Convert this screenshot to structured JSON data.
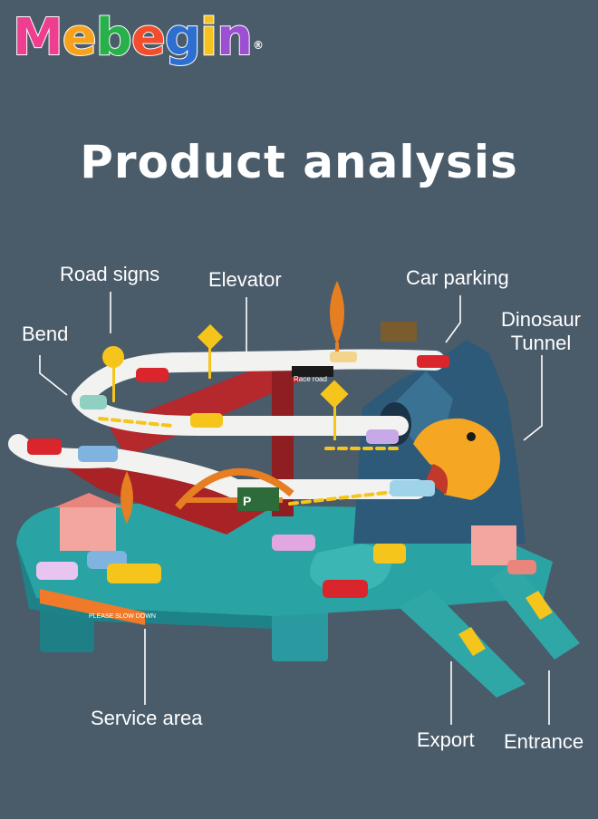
{
  "brand": {
    "letters": [
      {
        "ch": "M",
        "color": "#ef3d8f"
      },
      {
        "ch": "e",
        "color": "#f7a21b"
      },
      {
        "ch": "b",
        "color": "#28b04b"
      },
      {
        "ch": "e",
        "color": "#f24e2d"
      },
      {
        "ch": "g",
        "color": "#2c6fd1"
      },
      {
        "ch": "i",
        "color": "#f7c21b"
      },
      {
        "ch": "n",
        "color": "#9b4fd1"
      }
    ],
    "registered": "®"
  },
  "headline": "Product analysis",
  "callouts": {
    "road_signs": "Road signs",
    "elevator": "Elevator",
    "car_parking": "Car parking",
    "bend": "Bend",
    "dinosaur_tunnel_line1": "Dinosaur",
    "dinosaur_tunnel_line2": "Tunnel",
    "service_area": "Service area",
    "export": "Export",
    "entrance": "Entrance"
  },
  "track_signs": {
    "race_road": "Race road",
    "please_slow_down": "PLEASE SLOW DOWN",
    "parking_sign": "P"
  },
  "colors": {
    "background": "#4a5b6a",
    "teal_base": "#2aa3a4",
    "white_track": "#f2f2f0",
    "red_ramp": "#b5282c",
    "mountain": "#2d5a78",
    "dino": "#f5a623"
  }
}
